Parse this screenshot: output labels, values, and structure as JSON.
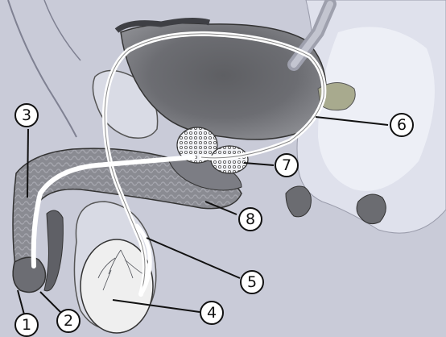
{
  "diagram": {
    "labels": [
      {
        "id": "1",
        "text": "1"
      },
      {
        "id": "2",
        "text": "2"
      },
      {
        "id": "3",
        "text": "3"
      },
      {
        "id": "4",
        "text": "4"
      },
      {
        "id": "5",
        "text": "5"
      },
      {
        "id": "6",
        "text": "6"
      },
      {
        "id": "7",
        "text": "7"
      },
      {
        "id": "8",
        "text": "8"
      }
    ],
    "colors": {
      "background": "#c9cbd8",
      "tissue_light": "#e9ebf3",
      "bladder": "#6f7075",
      "erectile": "#7a7b82",
      "duct": "#ffffff",
      "testis": "#eeeeee",
      "outline": "#111111"
    }
  }
}
